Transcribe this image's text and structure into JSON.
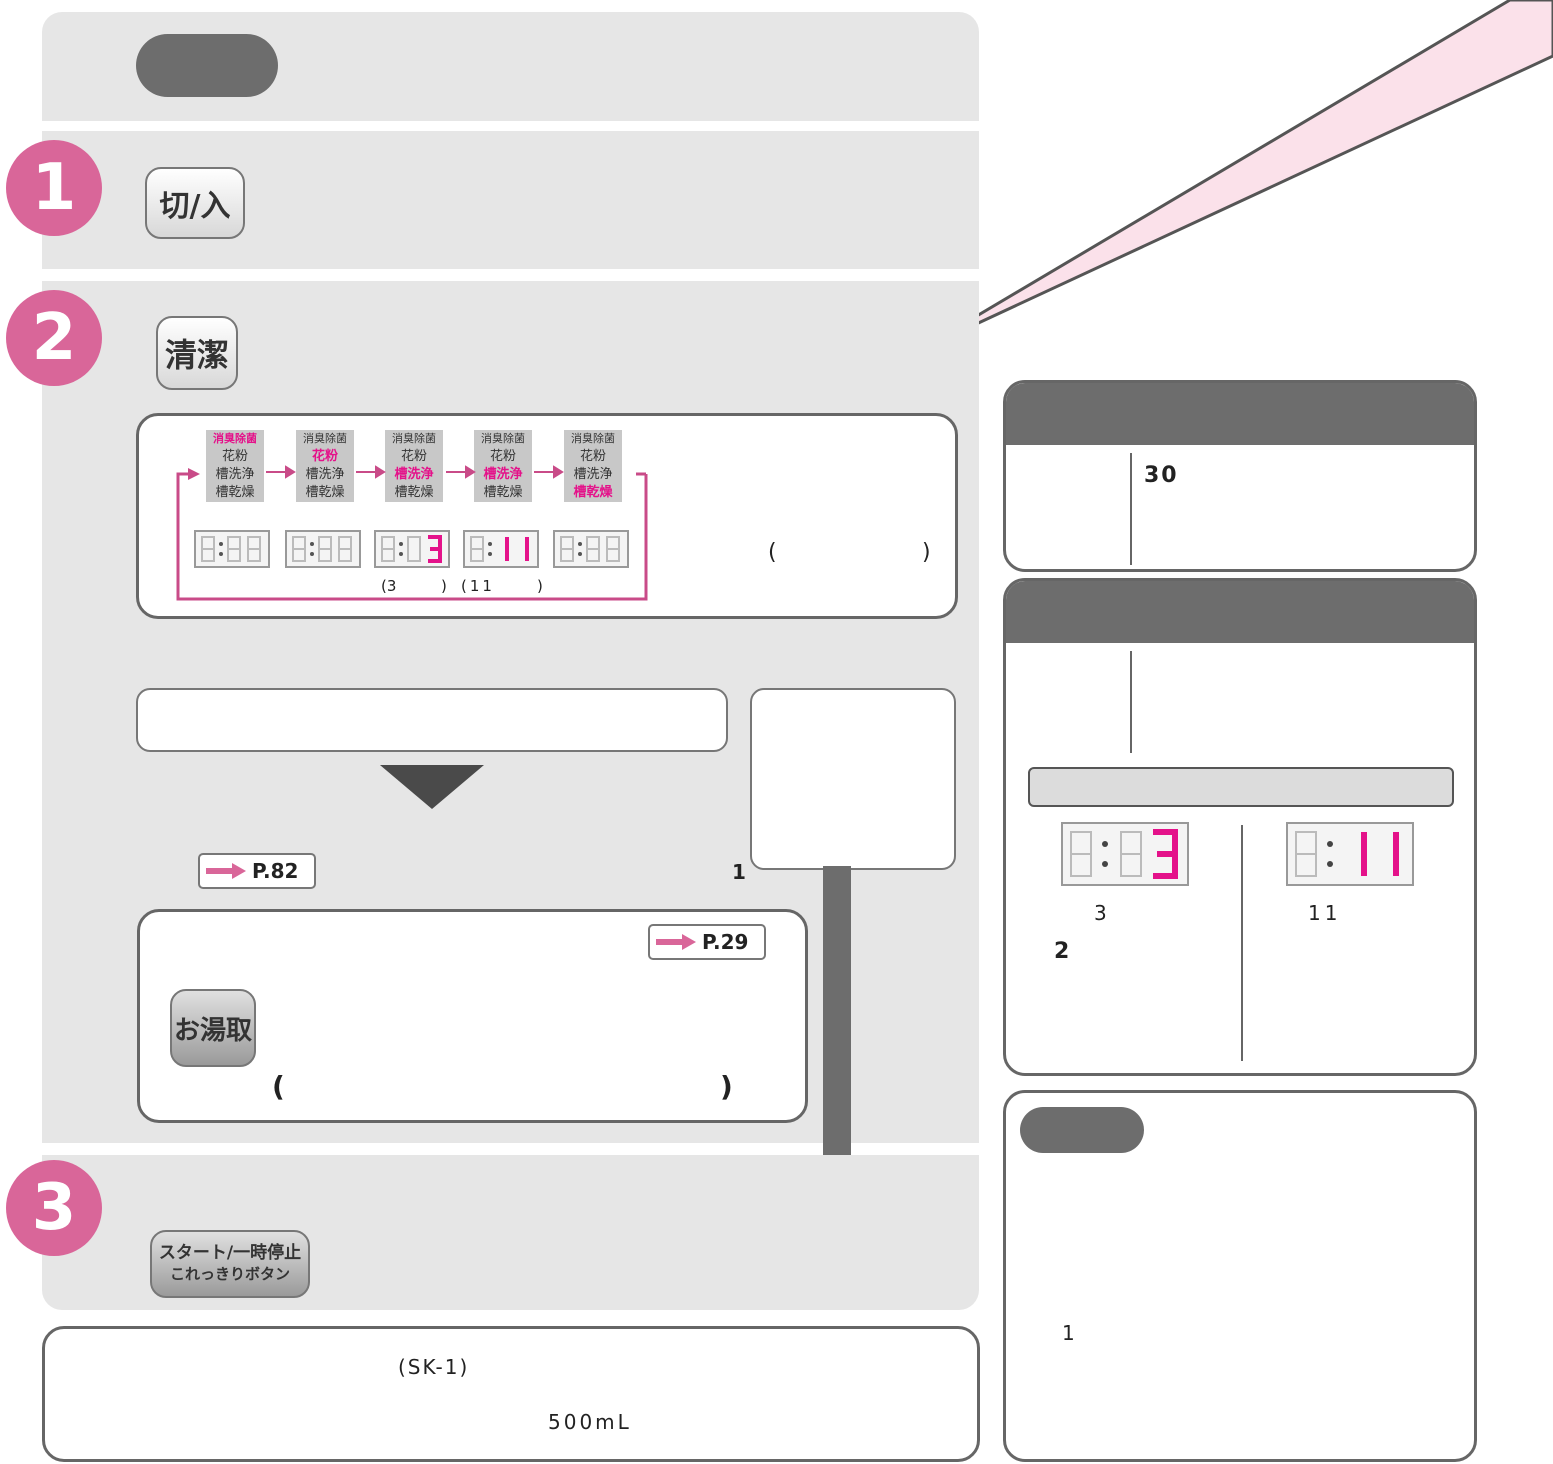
{
  "buttons": {
    "power": "切/入",
    "clean": "清潔",
    "hot_water": "お湯取",
    "start_line1": "スタート/一時停止",
    "start_line2": "これっきりボタン"
  },
  "steps": [
    "1",
    "2",
    "3"
  ],
  "modes": [
    "消臭除菌",
    "花粉",
    "槽洗浄",
    "槽乾燥"
  ],
  "course_notes": {
    "note_3": "(3",
    "close_3": ")",
    "note_11": "(11",
    "close_11": ")"
  },
  "paren_open": "(",
  "paren_close": ")",
  "refs": {
    "p82": "P.82",
    "p29": "P.29"
  },
  "misc": {
    "one_a": "1",
    "one_b": "1"
  },
  "bottom": {
    "product": "(SK-1)",
    "volume": "500mL"
  },
  "right": {
    "thirty": "30",
    "three": "3",
    "eleven": "11",
    "two": "2"
  },
  "colors": {
    "pink": "#d96699",
    "magenta": "#e4128a",
    "gray_panel": "#e6e6e6",
    "dark_gray": "#6d6d6d"
  }
}
